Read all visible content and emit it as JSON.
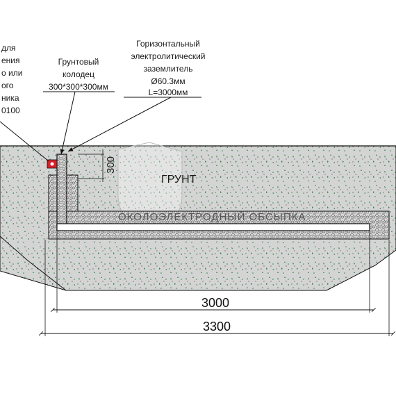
{
  "colors": {
    "soil": "#d4d4d4",
    "soil_dots": "#2e8a4a",
    "gravel": "#c9c9c9",
    "pipe_fill": "#ffffff",
    "line": "#111111",
    "connector": "#d9202a"
  },
  "labels": {
    "left_partial": [
      "для",
      "ения",
      "о или",
      "ого",
      "ника",
      "0100"
    ],
    "well_title": [
      "Грунтовый",
      "колодец"
    ],
    "well_size": "300*300*300мм",
    "electrode_title": [
      "Горизонтальный",
      "электролитический",
      "заземлитель"
    ],
    "electrode_diameter": "Ø60.3мм",
    "electrode_length": "L=3000мм",
    "soil": "ГРУНТ",
    "backfill": "ОКОЛОЭЛЕКТРОДНЫЙ ОБСЫПКА",
    "depth": "300"
  },
  "dimensions": {
    "electrode_length": "3000",
    "trench_length": "3300"
  }
}
